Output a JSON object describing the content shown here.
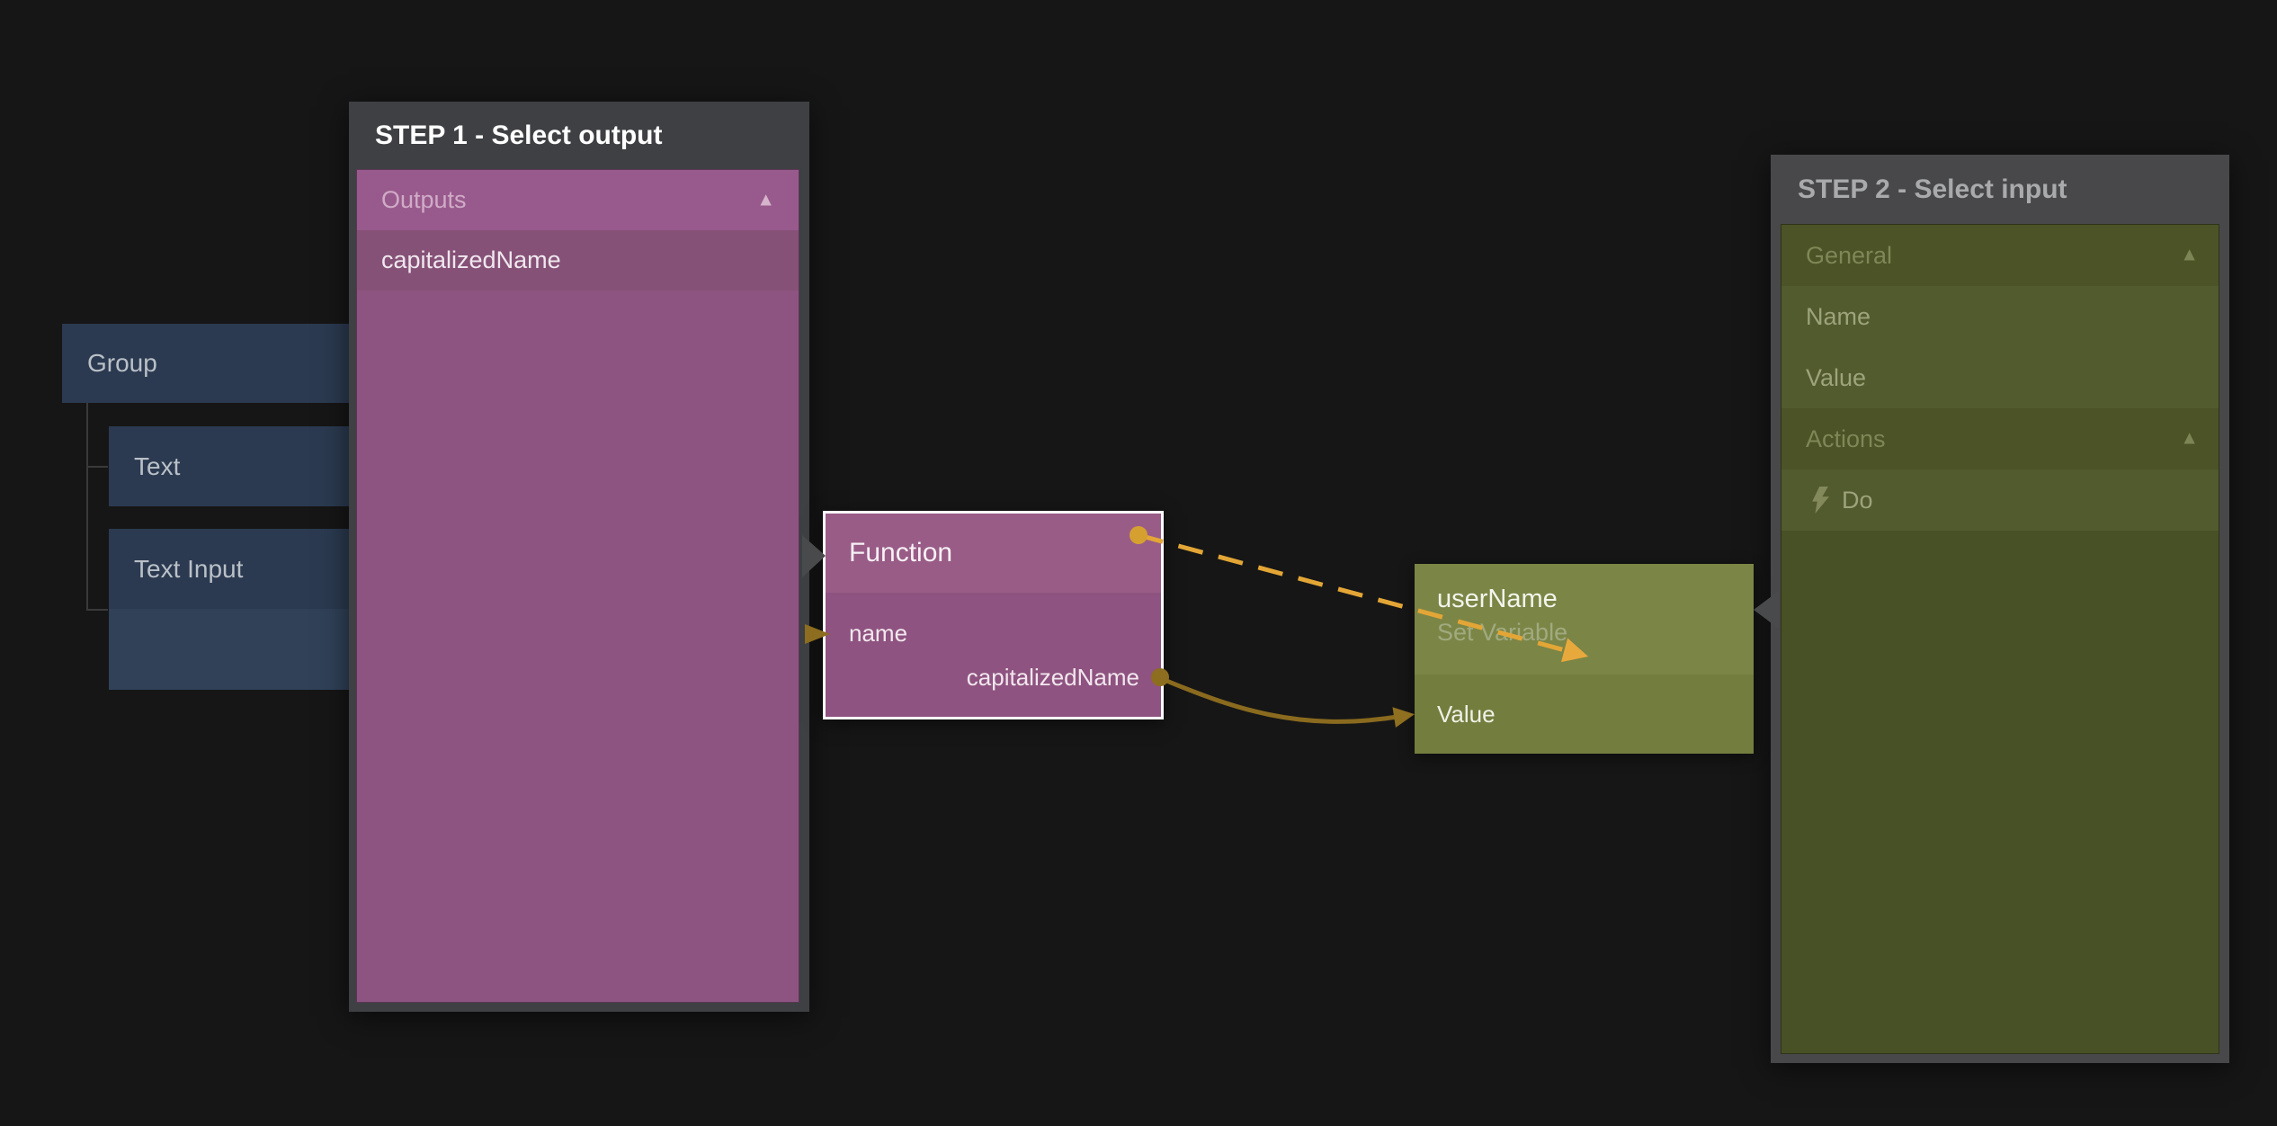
{
  "app": {
    "type": "visual-node-editor-canvas"
  },
  "tree": {
    "items": [
      {
        "label": "Group"
      },
      {
        "label": "Text"
      },
      {
        "label": "Text Input"
      }
    ]
  },
  "step1": {
    "title": "STEP 1 - Select output",
    "section": {
      "label": "Outputs",
      "collapse_icon": "▲",
      "collapsed": false
    },
    "items": [
      {
        "label": "capitalizedName"
      }
    ]
  },
  "step2": {
    "title": "STEP 2 - Select input",
    "sections": [
      {
        "label": "General",
        "collapse_icon": "▲",
        "collapsed": false,
        "items": [
          {
            "label": "Name"
          },
          {
            "label": "Value"
          }
        ]
      },
      {
        "label": "Actions",
        "collapse_icon": "▲",
        "collapsed": false,
        "items": [
          {
            "label": "Do",
            "icon": "lightning-bolt-icon"
          }
        ]
      }
    ]
  },
  "function_node": {
    "title": "Function",
    "selected": true,
    "inputs": [
      {
        "label": "name"
      }
    ],
    "outputs": [
      {
        "label": "capitalizedName"
      }
    ]
  },
  "variable_node": {
    "title": "userName",
    "subtitle": "Set Variable",
    "inputs": [
      {
        "label": "Value"
      }
    ]
  },
  "connections": [
    {
      "from": "Function:signal-output",
      "to": "userName:node",
      "style": "dashed",
      "color": "#e3a636"
    },
    {
      "from": "Function:capitalizedName",
      "to": "userName:Value",
      "style": "solid",
      "color": "#8a6a1e"
    }
  ],
  "colors": {
    "canvas_bg": "#161616",
    "panel_frame_step1": "#3e4043",
    "panel_frame_step2": "#48484b",
    "panel_pink_base": "#8d5481",
    "panel_pink_section": "#985a8c",
    "panel_pink_item": "#865177",
    "panel_olive_base": "#485026",
    "panel_olive_section": "#4b5327",
    "panel_olive_item": "#525b2d",
    "node_pink_header": "#995c87",
    "node_pink_body": "#8e5380",
    "node_olive_header": "#7b8546",
    "node_olive_body": "#737d3e",
    "node_blue": "#2b3a50",
    "wire_dashed": "#e3a636",
    "wire_solid": "#8a6a1e",
    "port_bright": "#d6a030",
    "port_dark": "#8d6d1f",
    "selection_border": "#fdfdfd"
  }
}
